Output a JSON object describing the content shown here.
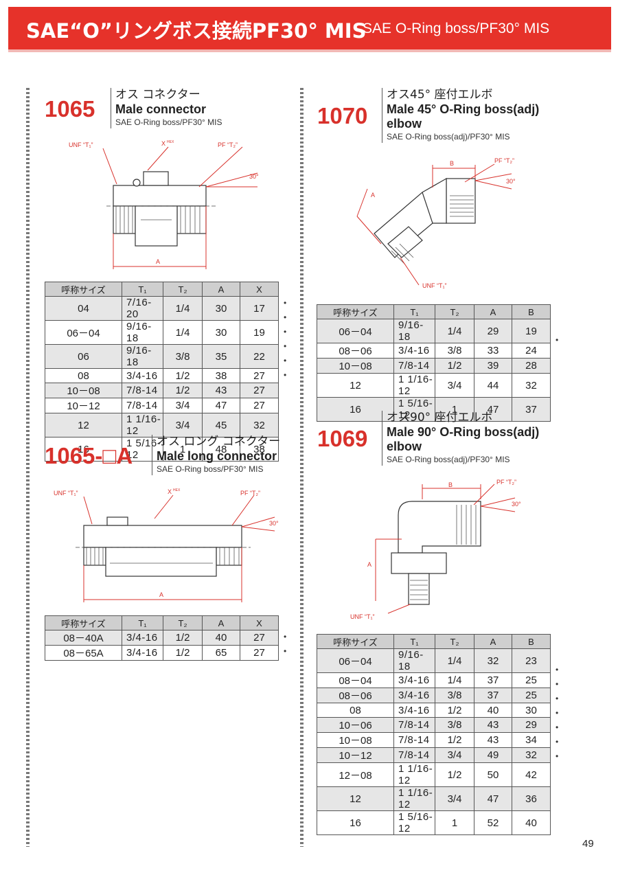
{
  "header": {
    "title_jp": "SAE“O”リングボス接続PF30° MIS",
    "title_en": "SAE O-Ring boss/PF30° MIS"
  },
  "page_number": "49",
  "products": {
    "p1065": {
      "code": "1065",
      "name_jp": "オス コネクター",
      "name_en": "Male connector",
      "subtitle": "SAE O-Ring boss/PF30° MIS",
      "labels": {
        "t1": "UNF “T₁”",
        "hex": "X",
        "hex_sup": "HEX",
        "t2": "PF “T₂”",
        "angle": "30°",
        "a": "A"
      },
      "columns": [
        "呼称サイズ",
        "T₁",
        "T₂",
        "A",
        "X"
      ],
      "rows": [
        {
          "size": "04",
          "t1": "7/16-20",
          "t2": "1/4",
          "a": "30",
          "x": "17",
          "mark": "•"
        },
        {
          "size": "06－04",
          "t1": "9/16-18",
          "t2": "1/4",
          "a": "30",
          "x": "19",
          "mark": "•"
        },
        {
          "size": "06",
          "t1": "9/16-18",
          "t2": "3/8",
          "a": "35",
          "x": "22",
          "mark": "•"
        },
        {
          "size": "08",
          "t1": "3/4-16",
          "t2": "1/2",
          "a": "38",
          "x": "27",
          "mark": "•"
        },
        {
          "size": "10－08",
          "t1": "7/8-14",
          "t2": "1/2",
          "a": "43",
          "x": "27",
          "mark": "•"
        },
        {
          "size": "10－12",
          "t1": "7/8-14",
          "t2": "3/4",
          "a": "47",
          "x": "27",
          "mark": "•"
        },
        {
          "size": "12",
          "t1": "1 1/16-12",
          "t2": "3/4",
          "a": "45",
          "x": "32",
          "mark": ""
        },
        {
          "size": "16",
          "t1": "1 5/16-12",
          "t2": "1",
          "a": "48",
          "x": "38",
          "mark": ""
        }
      ]
    },
    "p1065a": {
      "code": "1065-□A",
      "name_jp": "オス ロング コネクター",
      "name_en": "Male long connector",
      "subtitle": "SAE O-Ring boss/PF30° MIS",
      "labels": {
        "t1": "UNF “T₁”",
        "hex": "X",
        "hex_sup": "HEX",
        "t2": "PF “T₂”",
        "angle": "30°",
        "a": "A"
      },
      "columns": [
        "呼称サイズ",
        "T₁",
        "T₂",
        "A",
        "X"
      ],
      "rows": [
        {
          "size": "08－40A",
          "t1": "3/4-16",
          "t2": "1/2",
          "a": "40",
          "x": "27",
          "mark": "•"
        },
        {
          "size": "08－65A",
          "t1": "3/4-16",
          "t2": "1/2",
          "a": "65",
          "x": "27",
          "mark": "•"
        }
      ]
    },
    "p1070": {
      "code": "1070",
      "name_jp": "オス45° 座付エルボ",
      "name_en_1": "Male 45° O-Ring boss(adj)",
      "name_en_2": "elbow",
      "subtitle": "SAE O-Ring boss(adj)/PF30° MIS",
      "labels": {
        "t1": "UNF “T₁”",
        "t2": "PF “T₂”",
        "angle": "30°",
        "a": "A",
        "b": "B"
      },
      "columns": [
        "呼称サイズ",
        "T₁",
        "T₂",
        "A",
        "B"
      ],
      "rows": [
        {
          "size": "06－04",
          "t1": "9/16-18",
          "t2": "1/4",
          "a": "29",
          "b": "19",
          "mark": ""
        },
        {
          "size": "08－06",
          "t1": "3/4-16",
          "t2": "3/8",
          "a": "33",
          "b": "24",
          "mark": "•"
        },
        {
          "size": "10－08",
          "t1": "7/8-14",
          "t2": "1/2",
          "a": "39",
          "b": "28",
          "mark": ""
        },
        {
          "size": "12",
          "t1": "1 1/16-12",
          "t2": "3/4",
          "a": "44",
          "b": "32",
          "mark": ""
        },
        {
          "size": "16",
          "t1": "1 5/16-12",
          "t2": "1",
          "a": "47",
          "b": "37",
          "mark": ""
        }
      ]
    },
    "p1069": {
      "code": "1069",
      "name_jp": "オス90° 座付エルボ",
      "name_en_1": "Male 90° O-Ring boss(adj)",
      "name_en_2": "elbow",
      "subtitle": "SAE O-Ring boss(adj)/PF30° MIS",
      "labels": {
        "t1": "UNF “T₁”",
        "t2": "PF “T₂”",
        "angle": "30°",
        "a": "A",
        "b": "B"
      },
      "columns": [
        "呼称サイズ",
        "T₁",
        "T₂",
        "A",
        "B"
      ],
      "rows": [
        {
          "size": "06－04",
          "t1": "9/16-18",
          "t2": "1/4",
          "a": "32",
          "b": "23",
          "mark": ""
        },
        {
          "size": "08－04",
          "t1": "3/4-16",
          "t2": "1/4",
          "a": "37",
          "b": "25",
          "mark": "•"
        },
        {
          "size": "08－06",
          "t1": "3/4-16",
          "t2": "3/8",
          "a": "37",
          "b": "25",
          "mark": "•"
        },
        {
          "size": "08",
          "t1": "3/4-16",
          "t2": "1/2",
          "a": "40",
          "b": "30",
          "mark": "•"
        },
        {
          "size": "10－06",
          "t1": "7/8-14",
          "t2": "3/8",
          "a": "43",
          "b": "29",
          "mark": "•"
        },
        {
          "size": "10－08",
          "t1": "7/8-14",
          "t2": "1/2",
          "a": "43",
          "b": "34",
          "mark": "•"
        },
        {
          "size": "10－12",
          "t1": "7/8-14",
          "t2": "3/4",
          "a": "49",
          "b": "32",
          "mark": "•"
        },
        {
          "size": "12－08",
          "t1": "1 1/16-12",
          "t2": "1/2",
          "a": "50",
          "b": "42",
          "mark": "•"
        },
        {
          "size": "12",
          "t1": "1 1/16-12",
          "t2": "3/4",
          "a": "47",
          "b": "36",
          "mark": ""
        },
        {
          "size": "16",
          "t1": "1 5/16-12",
          "t2": "1",
          "a": "52",
          "b": "40",
          "mark": ""
        }
      ]
    }
  }
}
